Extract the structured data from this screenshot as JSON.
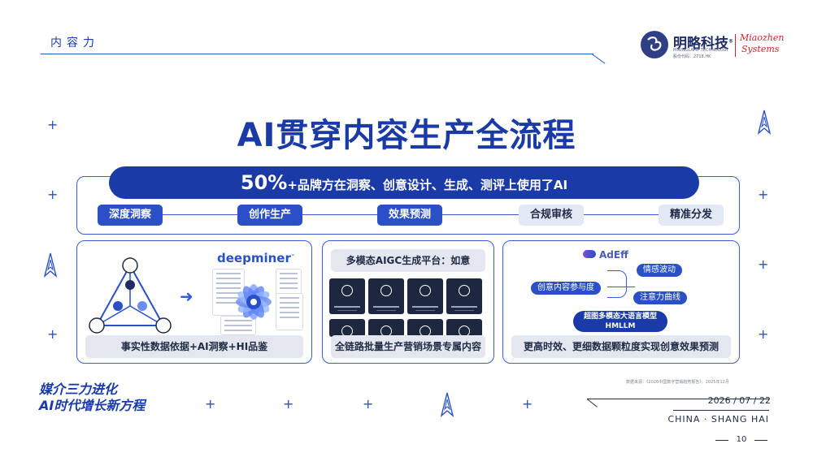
{
  "header": {
    "section_label": "内容力",
    "logo": {
      "cn_name": "明略科技",
      "registered": "®",
      "en_line": "MININGLAMP TECHNOLOGY",
      "code_line": "股份代码：2718.HK",
      "partner_line1": "Miaozhen",
      "partner_line2": "Systems"
    }
  },
  "title": "AI贯穿内容生产全流程",
  "flow": {
    "banner_percent": "50%",
    "banner_text": "+品牌方在洞察、创意设计、生成、测评上使用了AI",
    "stages": [
      "深度洞察",
      "创作生产",
      "效果预测",
      "合规审核",
      "精准分发"
    ]
  },
  "panels": {
    "insight": {
      "brand": "deepminer",
      "brand_mark": "™",
      "caption": "事实性数据依据+AI洞察+HI品鉴"
    },
    "generation": {
      "title": "多模态AIGC生成平台：如意",
      "caption": "全链路批量生产营销场景专属内容"
    },
    "prediction": {
      "brand": "AdEff",
      "label_engagement": "创意内容参与度",
      "label_emotion": "情感波动",
      "label_attention": "注意力曲线",
      "model_name": "超图多模态大语言模型",
      "model_abbr": "HMLLM",
      "caption": "更高时效、更细数据颗粒度实现创意效果预测"
    }
  },
  "footer": {
    "slogan_line1": "媒介三力进化",
    "slogan_line2": "AI时代增长新方程",
    "source_note": "数据来源：《2026中国数字营销趋势报告》，2025年12月",
    "date": "2026 / 07 / 22",
    "city": "CHINA · SHANG HAI",
    "page_number": "10"
  },
  "colors": {
    "primary": "#1a3aa8",
    "accent": "#2a4fc7",
    "partner_red": "#c9252c"
  }
}
